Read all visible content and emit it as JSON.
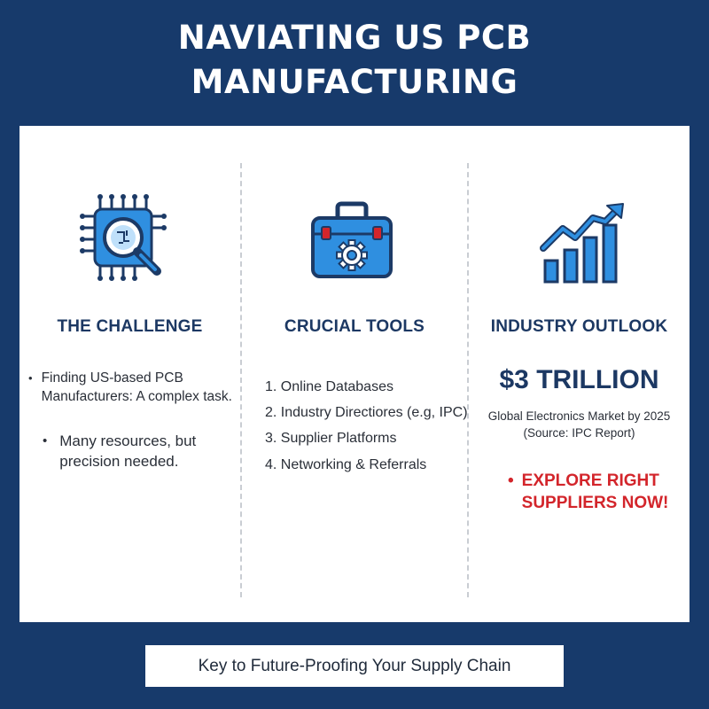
{
  "title": {
    "line1": "NAVIATING US PCB",
    "line2": "MANUFACTURING"
  },
  "columns": {
    "challenge": {
      "icon": "chip-magnifier-icon",
      "heading": "THE CHALLENGE",
      "bullets": [
        {
          "line1": "Finding US-based PCB",
          "line2": "Manufacturers: A complex task."
        },
        {
          "line1": "Many resources, but",
          "line2": "precision needed."
        }
      ]
    },
    "tools": {
      "icon": "toolbox-gear-icon",
      "heading": "CRUCIAL TOOLS",
      "items": [
        "1. Online Databases",
        "2. Industry Directiores (e.g, IPC)",
        "3. Supplier Platforms",
        "4. Networking & Referrals"
      ]
    },
    "outlook": {
      "icon": "growth-chart-icon",
      "heading": "INDUSTRY OUTLOOK",
      "stat": "$3 TRILLION",
      "caption_line1": "Global Electronics Market by 2025",
      "caption_line2": "(Source: IPC Report)",
      "cta_line1": "EXPLORE RIGHT",
      "cta_line2": "SUPPLIERS NOW!"
    }
  },
  "bullet_glyph": "•",
  "footer": "Key to Future-Proofing Your Supply Chain",
  "colors": {
    "background": "#173a6b",
    "heading": "#1c3863",
    "icon_blue": "#2f8fe0",
    "icon_outline": "#1c3a66",
    "accent_red": "#d3252b"
  }
}
